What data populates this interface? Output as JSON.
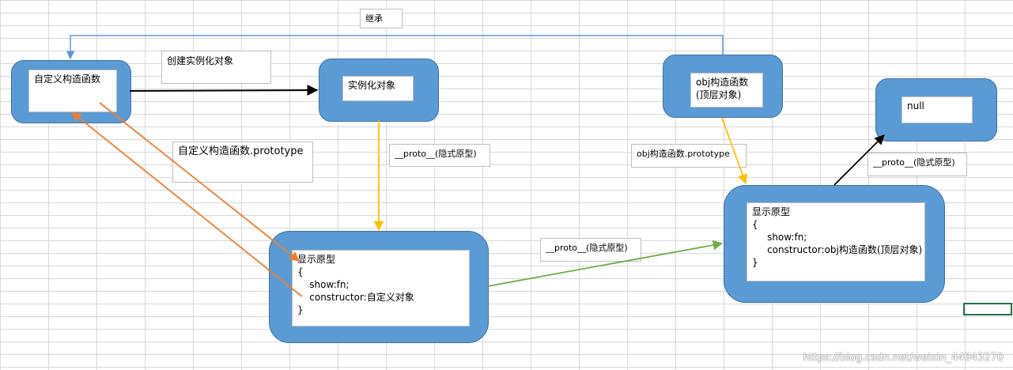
{
  "labels": {
    "inherit": "继承",
    "create_instance": "创建实例化对象",
    "custom_prototype": "自定义构造函数.prototype",
    "proto_1": "__proto__(隐式原型)",
    "obj_prototype": "obj构造函数.prototype",
    "proto_2": "__proto__(隐式原型)",
    "proto_3": "__proto__(隐式原型)"
  },
  "nodes": {
    "custom_constructor": "自定义构造函数",
    "instance": "实例化对象",
    "obj_constructor": "obj构造函数\n(顶层对象)",
    "null_node": "null",
    "prototype_left": "显示原型\n{\n    show:fn;\n    constructor:自定义对象\n}",
    "prototype_right": "显示原型\n{\n     show:fn;\n     constructor:obj构造函数(顶层对象)\n}"
  },
  "watermark": "https://blog.csdn.net/weixin_44943270",
  "colors": {
    "node_fill": "#5b9bd5",
    "inherit_arrow": "#5b9bd5",
    "create_arrow": "#000000",
    "prototype_arrows": "#ed7d31",
    "proto_arrows": "#ffc000",
    "chain_arrow": "#70ad47",
    "null_arrow": "#000000"
  }
}
